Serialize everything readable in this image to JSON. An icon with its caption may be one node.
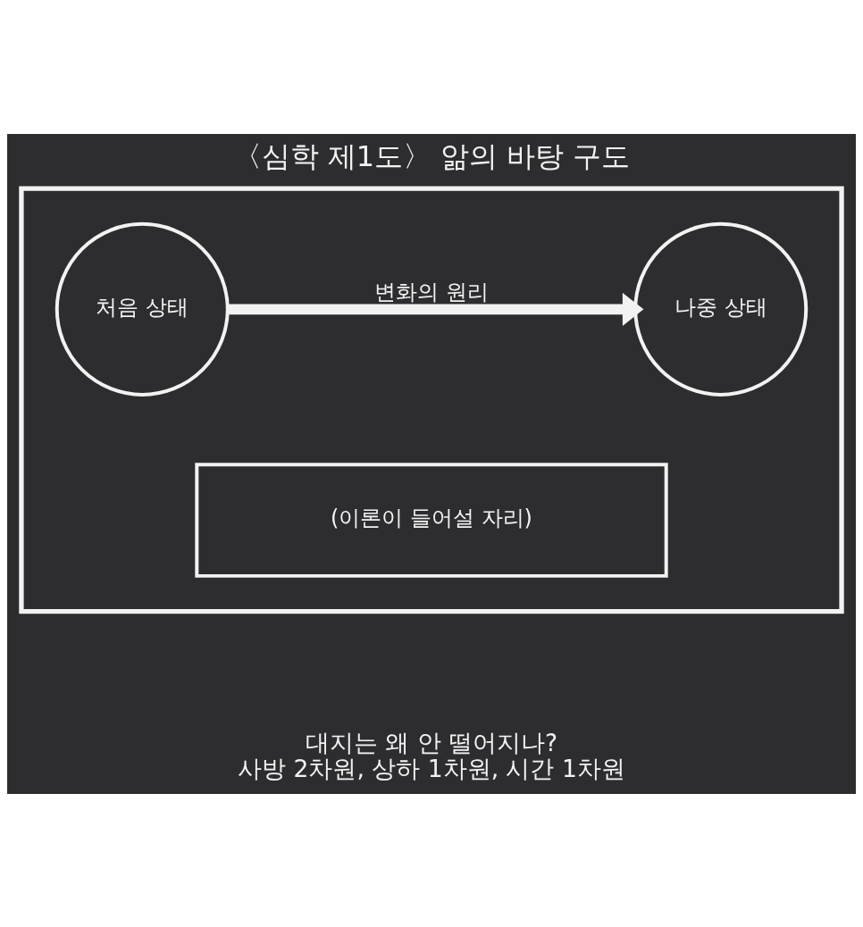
{
  "diagram": {
    "title": "〈심학 제1도〉 앎의 바탕 구도",
    "nodes": [
      {
        "text": [],
        "shape": "box"
      },
      {
        "text": [
          "처음 상태"
        ],
        "in": 0
      },
      {
        "text": [
          "나중 상태"
        ],
        "in": 0
      },
      {
        "text": [
          "(이론이 들어설 자리)"
        ],
        "in": 0
      }
    ],
    "edges": [
      {
        "from": 1,
        "to": 2,
        "arrow": "to",
        "label": "변화의 원리"
      }
    ],
    "labels": [
      "대지는 왜 안 떨어지나?",
      "사방 2차원, 상하 1차원, 시간 1차원"
    ]
  }
}
